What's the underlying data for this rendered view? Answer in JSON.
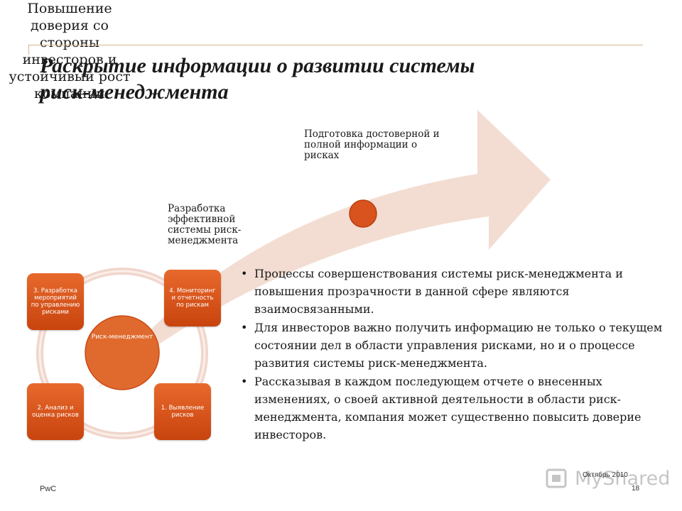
{
  "title": {
    "line1": "Раскрытие информации о развитии системы",
    "line2": "риск-менеджмента"
  },
  "arrow_labels": {
    "preparation": "Подготовка достоверной и полной информации о рисках",
    "development": "Разработка эффективной системы риск-менеджмента",
    "outcome": "Повышение доверия со стороны инвесторов и устойчивый рост компании"
  },
  "cycle": {
    "center": "Риск-менеджмент",
    "steps": [
      {
        "label": "1. Выявление рисков"
      },
      {
        "label": "2. Анализ и оценка рисков"
      },
      {
        "label": "3. Разработка мероприятий по управлению рисками"
      },
      {
        "label": "4. Мониторинг и отчетность по рискам"
      }
    ]
  },
  "bullets": [
    "Процессы совершенствования системы риск-менеджмента и повышения прозрачности в данной сфере являются взаимосвязанными.",
    "Для инвесторов важно получить информацию не только о текущем состоянии дел в области управления рисками, но и о процессе развития системы риск-менеджмента.",
    "Рассказывая в каждом последующем отчете о внесенных изменениях, о своей активной деятельности в области риск-менеджмента, компания может существенно повысить доверие инвесторов."
  ],
  "footer": {
    "brand": "PwC",
    "date": "Октябрь 2010",
    "page": "18",
    "watermark": "MyShared"
  },
  "colors": {
    "arrow_fill": "#f3ddd2",
    "accent_orange": "#d9531e",
    "ring": "#f0d6cc",
    "rule": "#d9b38a"
  }
}
